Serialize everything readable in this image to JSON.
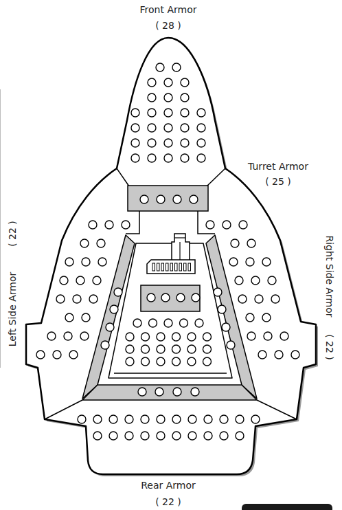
{
  "diagram": {
    "labels": [
      "Front Armor",
      "( 28 )",
      "Turret Armor",
      "( 25 )",
      "Left Side Armor",
      "( 22 )",
      "Right Side Armor",
      "( 22 )",
      "Rear Armor",
      "( 22 )"
    ]
  }
}
